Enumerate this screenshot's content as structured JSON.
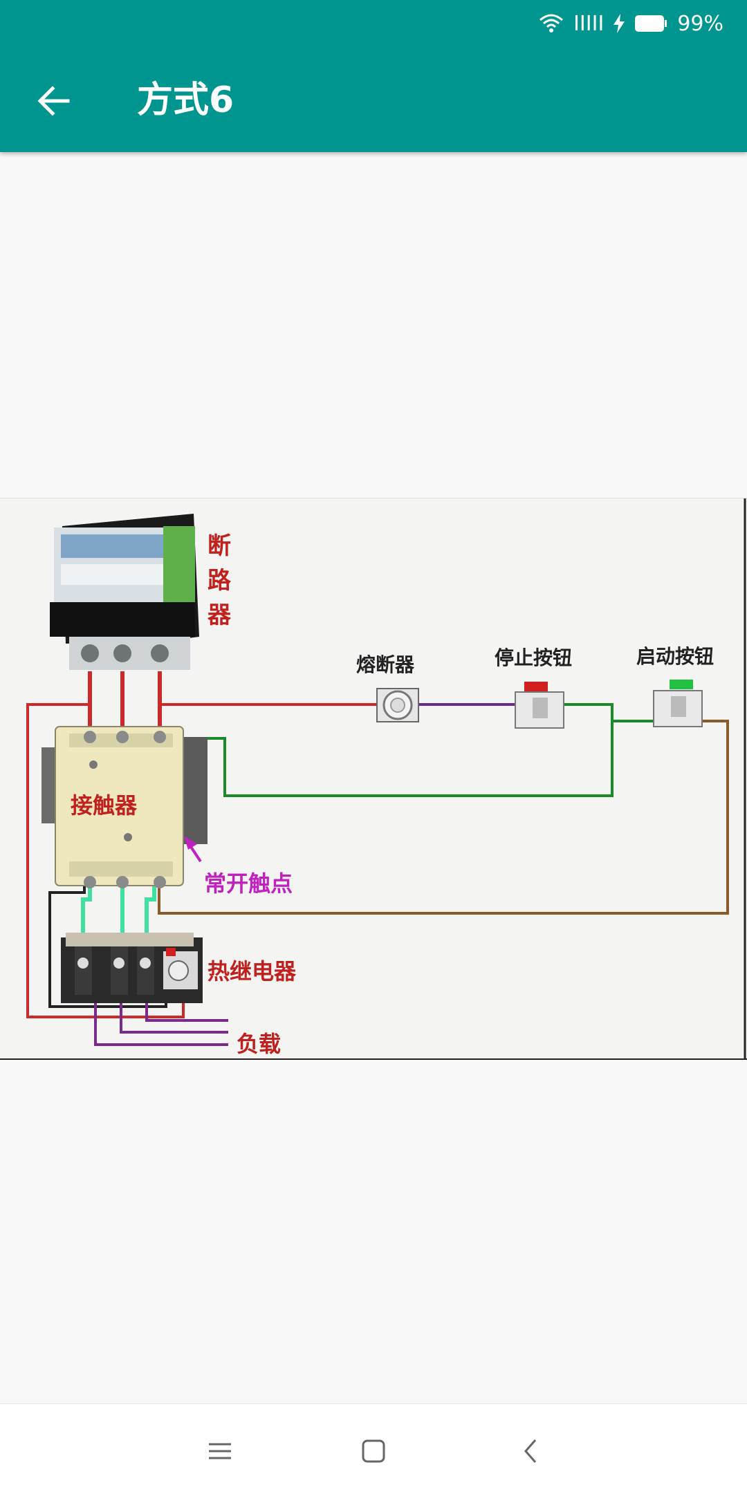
{
  "status_bar": {
    "battery": "99%",
    "signal": "IIIII"
  },
  "app_bar": {
    "title": "方式6"
  },
  "diagram": {
    "labels": {
      "breaker": [
        "断",
        "路",
        "器"
      ],
      "fuse": "熔断器",
      "stop_button": "停止按钮",
      "start_button": "启动按钮",
      "contactor": "接触器",
      "normally_open": "常开触点",
      "thermal_relay": "热继电器",
      "load": "负载"
    },
    "colors": {
      "red_wire": "#cc2a2a",
      "green_wire": "#1a8a2a",
      "brown_wire": "#8b5a2b",
      "purple_wire": "#6a2a8a",
      "magenta_label": "#c020c0",
      "label_red": "#c0201e"
    }
  },
  "nav_bar": {
    "icons": [
      "menu-icon",
      "home-icon",
      "back-icon"
    ]
  }
}
